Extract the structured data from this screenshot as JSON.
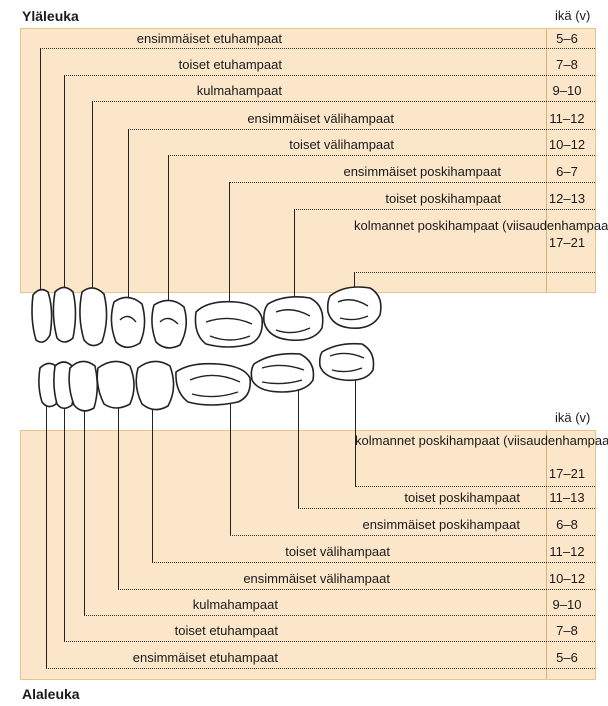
{
  "upper": {
    "title": "Yläleuka",
    "age_header": "ikä (v)",
    "rows": [
      {
        "label": "ensimmäiset etuhampaat",
        "age": "5–6"
      },
      {
        "label": "toiset etuhampaat",
        "age": "7–8"
      },
      {
        "label": "kulmahampaat",
        "age": "9–10"
      },
      {
        "label": "ensimmäiset välihampaat",
        "age": "11–12"
      },
      {
        "label": "toiset välihampaat",
        "age": "10–12"
      },
      {
        "label": "ensimmäiset poskihampaat",
        "age": "6–7"
      },
      {
        "label": "toiset poskihampaat",
        "age": "12–13"
      },
      {
        "label": "kolmannet poskihampaat\n(viisaudenhampaat)",
        "age": "17–21"
      }
    ]
  },
  "lower": {
    "title": "Alaleuka",
    "age_header": "ikä (v)",
    "rows": [
      {
        "label": "kolmannet\nposkihampaat\n(viisaudenhampaat)",
        "age": "17–21"
      },
      {
        "label": "toiset poskihampaat",
        "age": "11–13"
      },
      {
        "label": "ensimmäiset poskihampaat",
        "age": "6–8"
      },
      {
        "label": "toiset välihampaat",
        "age": "11–12"
      },
      {
        "label": "ensimmäiset välihampaat",
        "age": "10–12"
      },
      {
        "label": "kulmahampaat",
        "age": "9–10"
      },
      {
        "label": "toiset etuhampaat",
        "age": "7–8"
      },
      {
        "label": "ensimmäiset etuhampaat",
        "age": "5–6"
      }
    ]
  }
}
